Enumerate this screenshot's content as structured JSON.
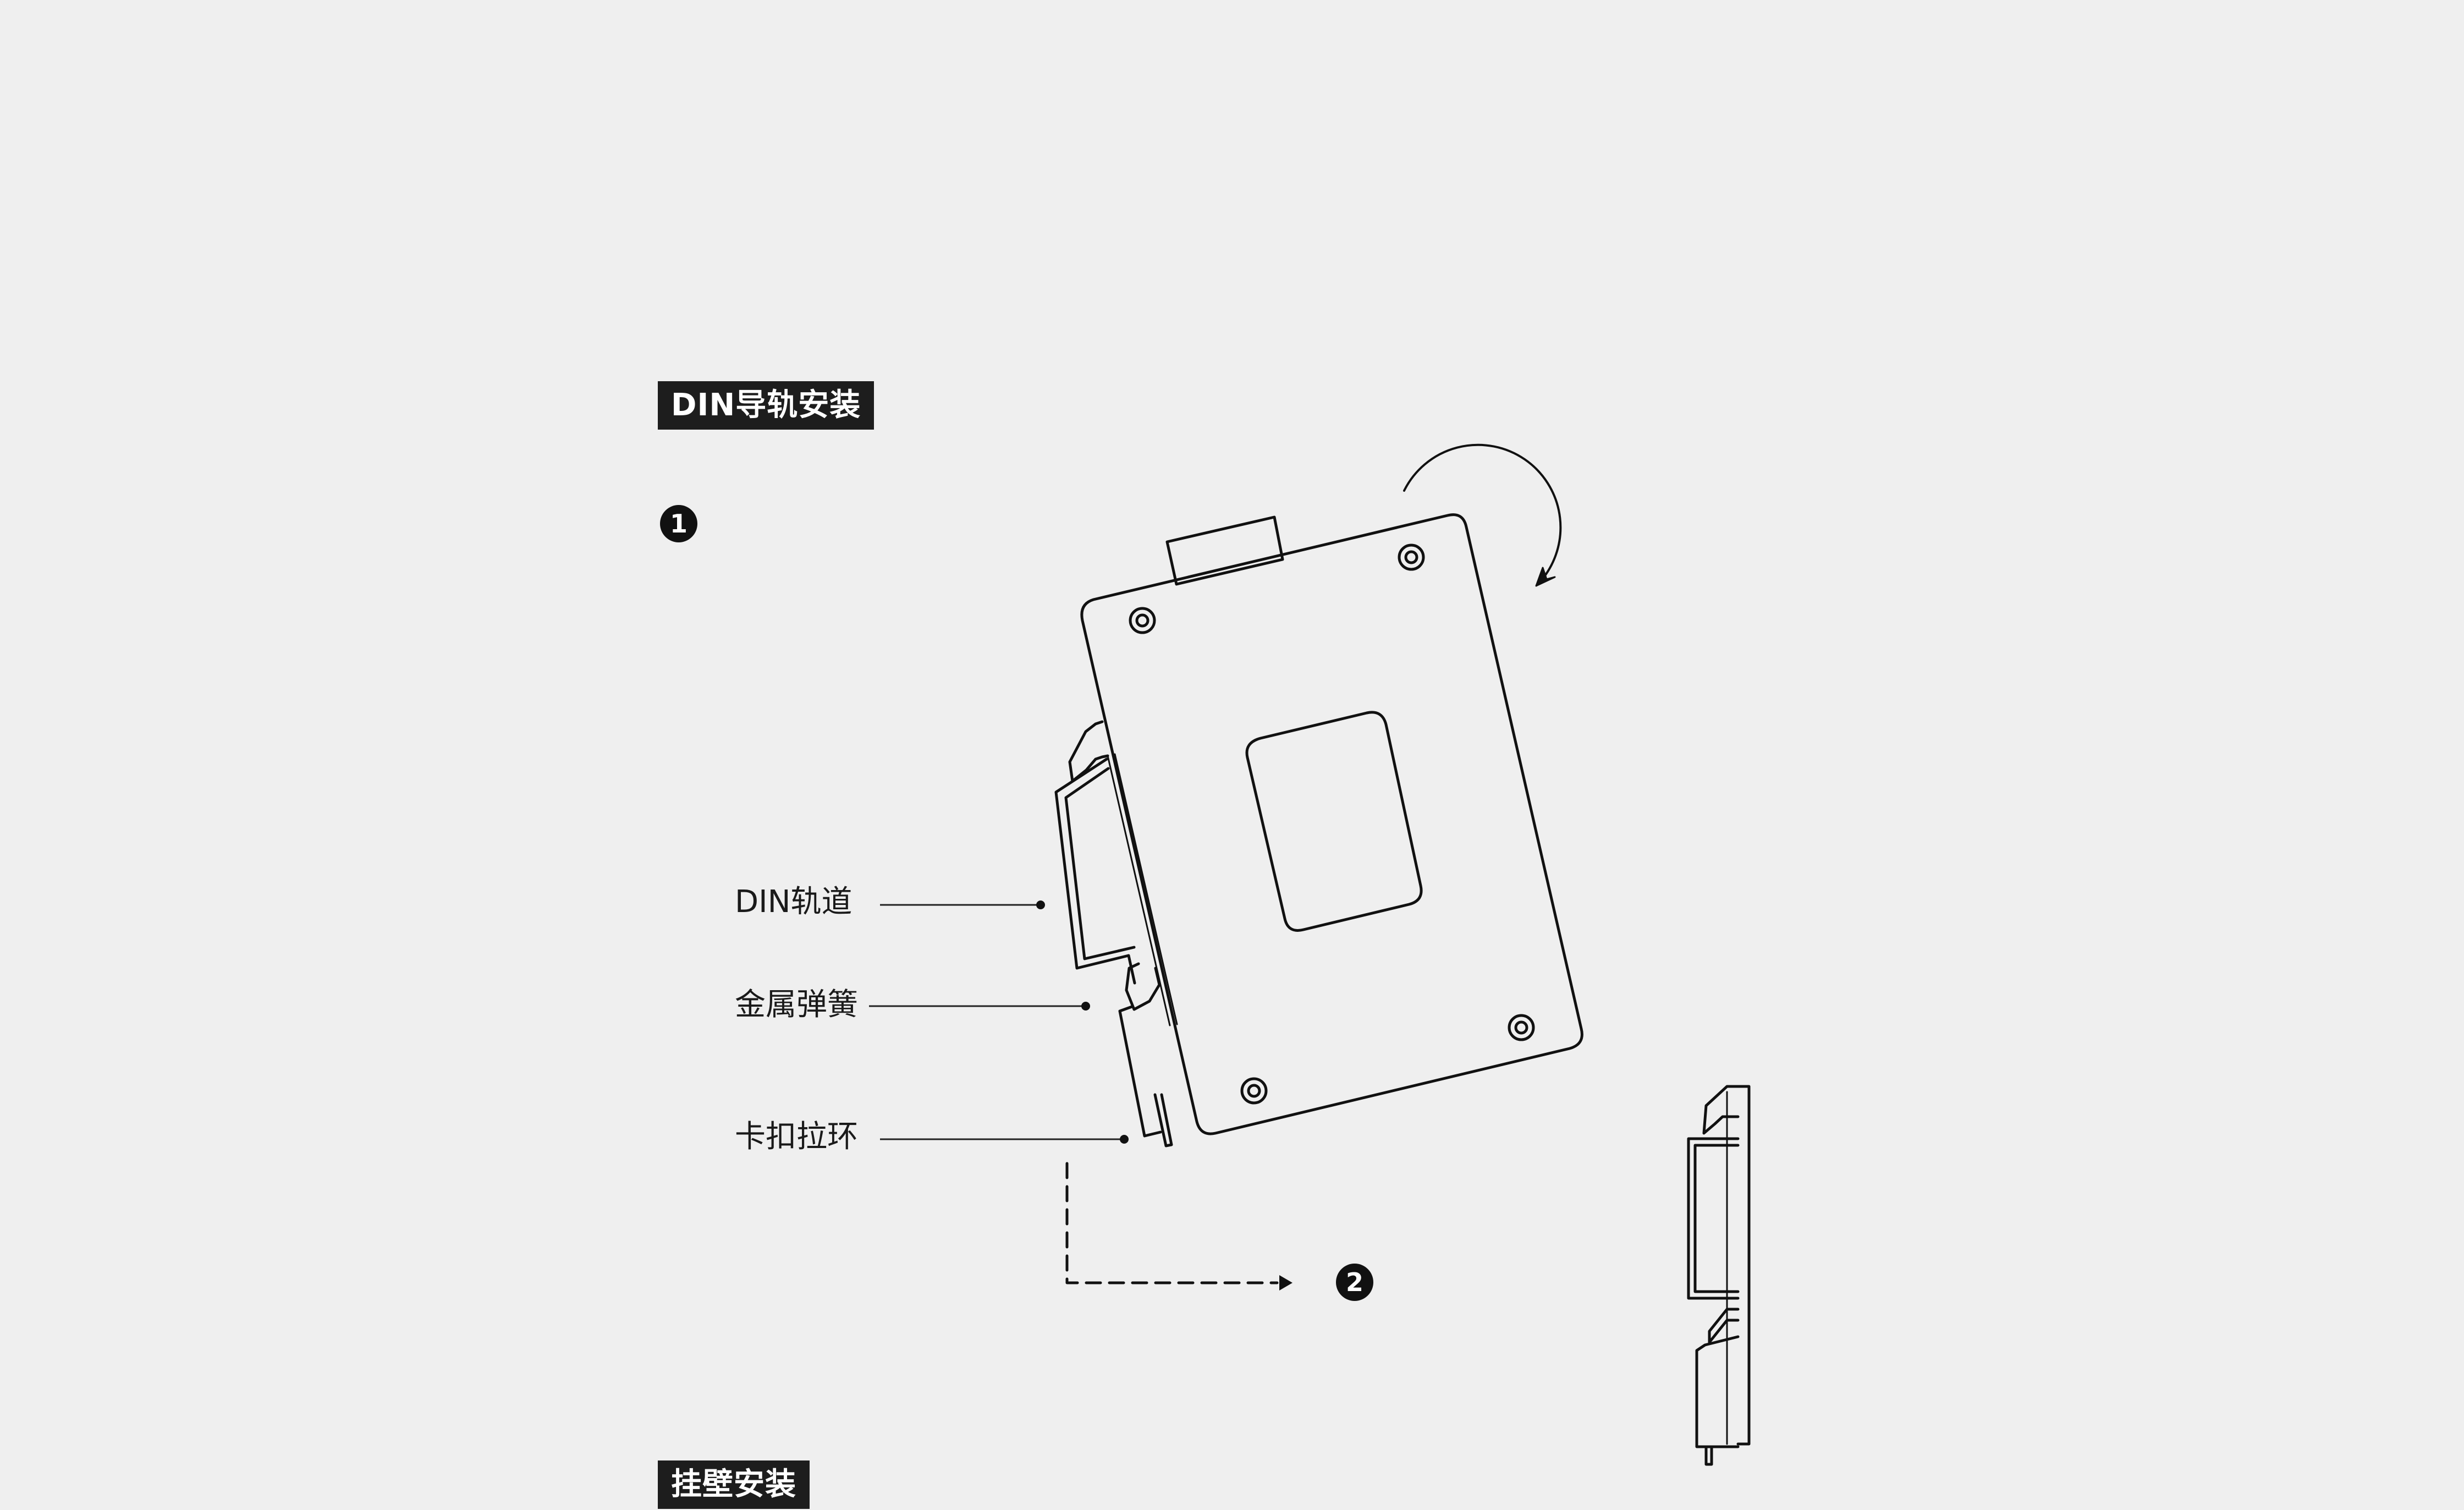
{
  "din_section": {
    "title": "DIN导轨安装",
    "step1": "1",
    "step2": "2",
    "callouts": {
      "din_rail": "DIN轨道",
      "metal_spring": "金属弹簧",
      "clip_ring": "卡扣拉环"
    }
  },
  "wall_section": {
    "title": "挂壁安装"
  },
  "colors": {
    "background": "#efefef",
    "ink": "#111111",
    "badge": "#1d1d1d"
  },
  "icons": {
    "rotate_arrow": "clockwise-rotation-arrow-icon",
    "move_arrow": "dashed-arrow-icon"
  }
}
